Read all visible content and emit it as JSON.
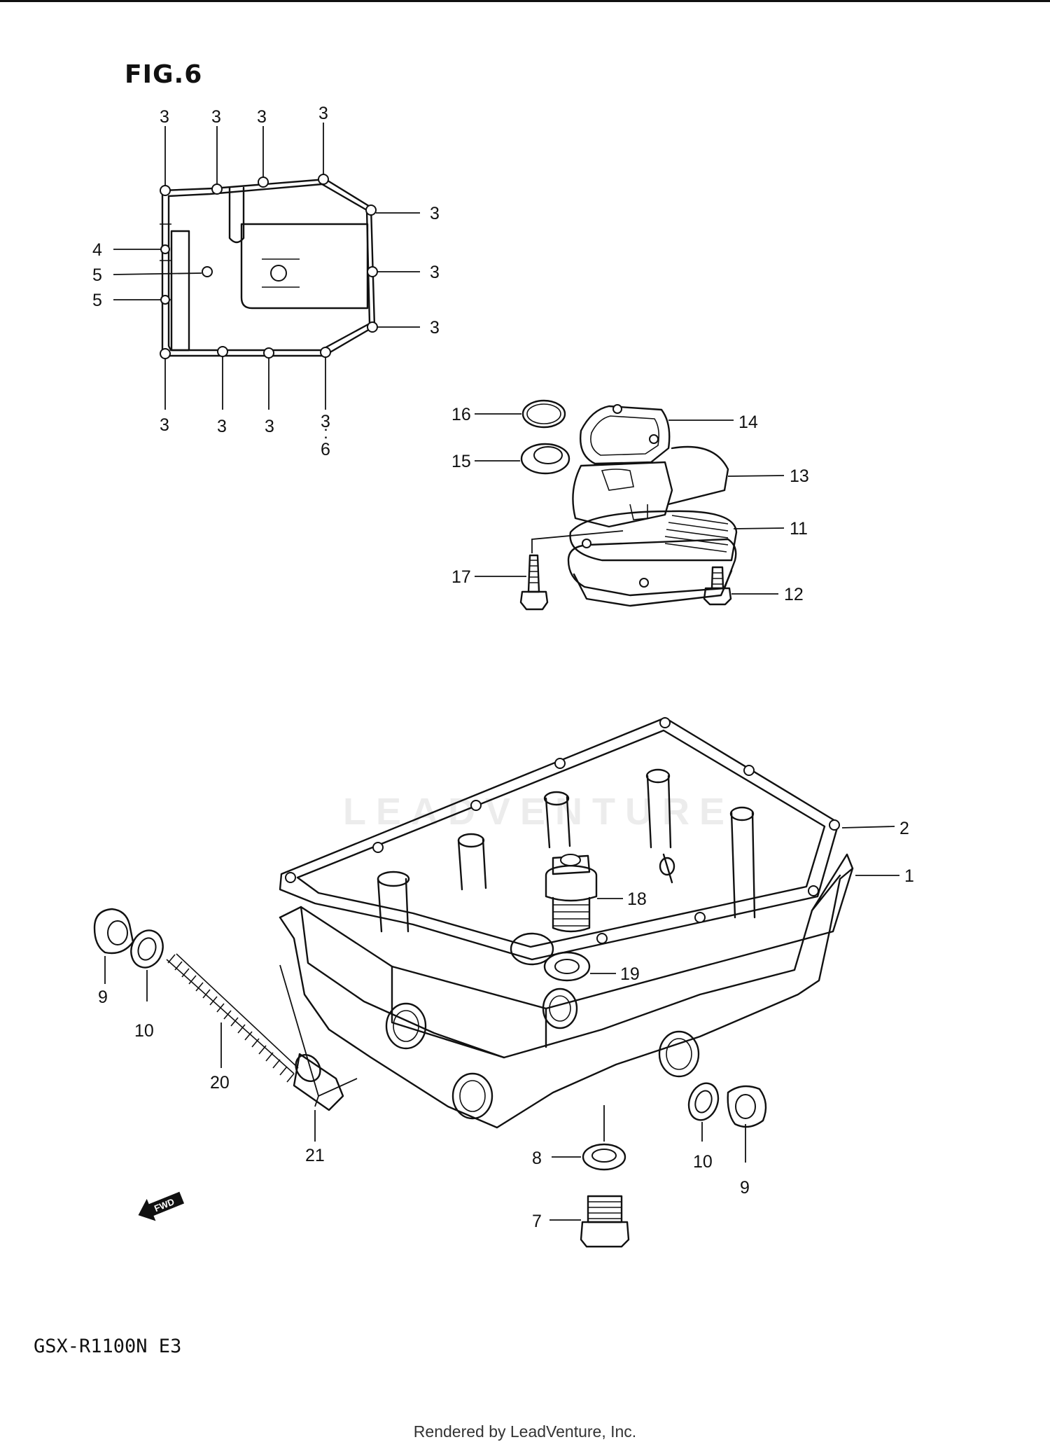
{
  "figure": {
    "title": "FIG.6"
  },
  "model": {
    "code": "GSX-R1100N E3"
  },
  "footer": {
    "rendered_by": "Rendered by LeadVenture, Inc."
  },
  "watermark": {
    "text": "LEADVENTURE"
  },
  "fwd_arrow": {
    "label": "FWD"
  },
  "callouts": {
    "top_a": "3",
    "top_b": "3",
    "top_c": "3",
    "top_d": "3",
    "right_a": "3",
    "right_b": "3",
    "right_c": "3",
    "bottom_a": "3",
    "bottom_b": "3",
    "bottom_c": "3",
    "bottom_d": "3",
    "left_4": "4",
    "left_5a": "5",
    "left_5b": "5",
    "label_6": "6",
    "p1": "1",
    "p2": "2",
    "p7": "7",
    "p8": "8",
    "p9_left": "9",
    "p9_right": "9",
    "p10_left": "10",
    "p10_right": "10",
    "p11": "11",
    "p12": "12",
    "p13": "13",
    "p14": "14",
    "p15": "15",
    "p16": "16",
    "p17": "17",
    "p18": "18",
    "p19": "19",
    "p20": "20",
    "p21": "21"
  }
}
